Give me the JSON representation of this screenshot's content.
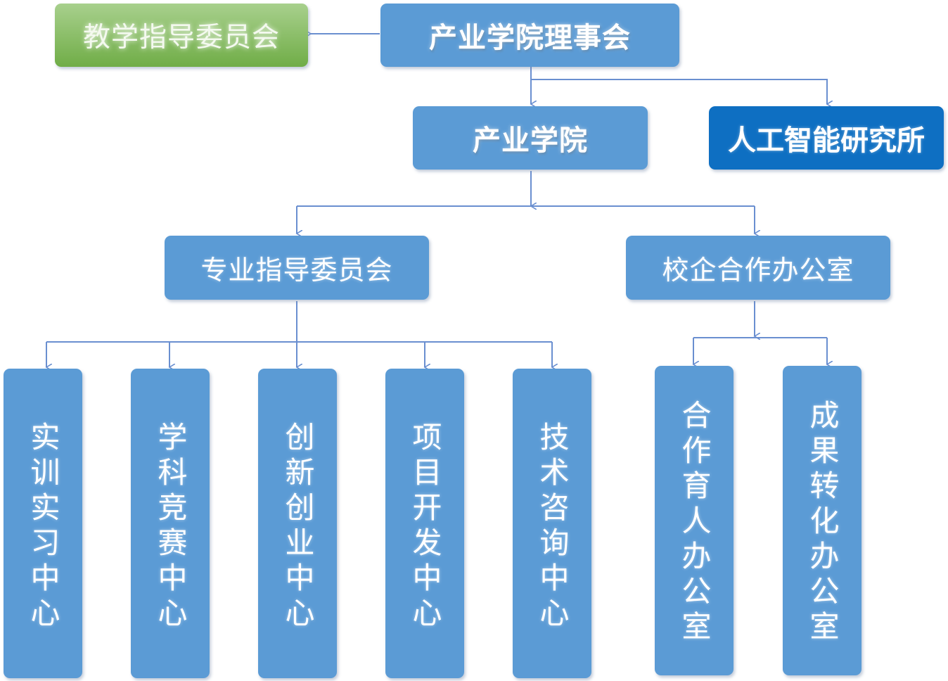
{
  "nodes": {
    "teaching_committee": "教学指导委员会",
    "council": "产业学院理事会",
    "industry_college": "产业学院",
    "ai_institute": "人工智能研究所",
    "professional_committee": "专业指导委员会",
    "cooperation_office": "校企合作办公室",
    "training_center": "实训实习中心",
    "competition_center": "学科竞赛中心",
    "innovation_center": "创新创业中心",
    "project_center": "项目开发中心",
    "consulting_center": "技术咨询中心",
    "talent_office": "合作育人办公室",
    "achievement_office": "成果转化办公室"
  },
  "colors": {
    "box": "#5b9bd5",
    "dark_box": "#0e6fc2",
    "green_box": "#70ad47",
    "connector": "#6a8fd0"
  }
}
